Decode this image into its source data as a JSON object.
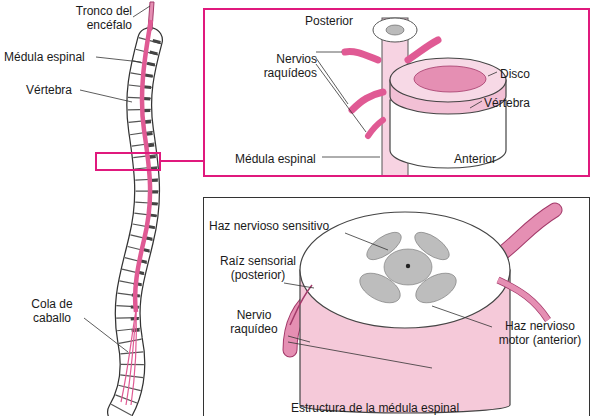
{
  "diagram": {
    "nodes": [
      {
        "text": [
          "Posterior",
          "Nervios raquídeos",
          "Disco",
          "Vértebra",
          "Médula espinal",
          "Anterior"
        ]
      },
      {
        "text": [
          "Haz nervioso sensitivo",
          "Raíz sensorial (posterior)",
          "Nervio raquídeo",
          "Haz nervioso motor (anterior)",
          "Estructura de la médula espinal"
        ]
      }
    ],
    "labels": [
      "Tronco del encéfalo",
      "Médula espinal",
      "Vértebra",
      "Cola de caballo"
    ]
  }
}
